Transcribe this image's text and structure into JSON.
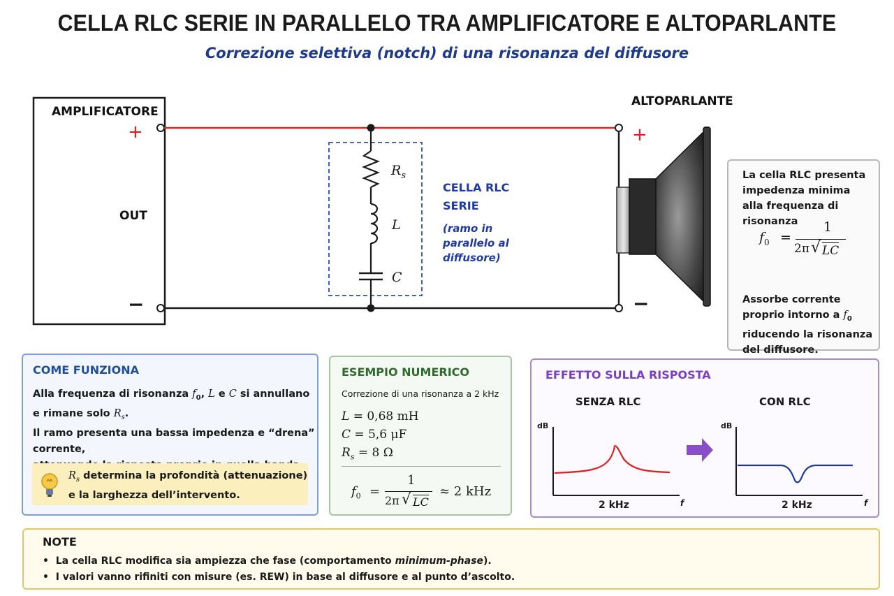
{
  "header": {
    "title": "CELLA RLC SERIE IN PARALLELO TRA AMPLIFICATORE E ALTOPARLANTE",
    "subtitle": "Correzione selettiva (notch) di una risonanza del diffusore"
  },
  "circuit": {
    "amp_label": "AMPLIFICATORE",
    "amp_out": "OUT",
    "plus": "+",
    "minus": "−",
    "speaker_label": "ALTOPARLANTE",
    "component_r": "R",
    "component_r_sub": "s",
    "component_l": "L",
    "component_c": "C",
    "cell_title_1": "CELLA RLC",
    "cell_title_2": "SERIE",
    "cell_note_1": "(ramo in",
    "cell_note_2": "parallelo al",
    "cell_note_3": "diffusore)"
  },
  "impedance": {
    "line1": "La cella RLC presenta",
    "line2": "impedenza minima",
    "line3": "alla frequenza di risonanza",
    "formula_lhs": "f",
    "formula_sub": "0",
    "formula_eq": "=",
    "formula_num": "1",
    "formula_den": "2π",
    "formula_root": "LC",
    "after1": "Assorbe corrente",
    "after2_pre": "proprio intorno a ",
    "after2_f": "f",
    "after2_sub": "0",
    "after3": "riducendo la risonanza",
    "after4": "del diffusore."
  },
  "how": {
    "title": "COME FUNZIONA",
    "l1_a": "Alla frequenza di risonanza ",
    "l1_f": "f",
    "l1_sub": "0",
    "l1_b": ", ",
    "l1_L": "L",
    "l1_c": " e ",
    "l1_C": "C",
    "l1_d": " si annullano",
    "l2_a": "e rimane solo ",
    "l2_R": "R",
    "l2_sub": "s",
    "l2_b": ".",
    "l3": "Il ramo presenta una bassa impedenza e “drena” corrente,",
    "l4": "attenuando la risposta proprio in quella banda.",
    "tip_R": "R",
    "tip_sub": "s",
    "tip_1": " determina la profondità (attenuazione)",
    "tip_2": "e la larghezza dell’intervento."
  },
  "example": {
    "title": "ESEMPIO NUMERICO",
    "subtitle": "Correzione di una risonanza a 2 kHz",
    "L_sym": "L",
    "L_val": " = 0,68 mH",
    "C_sym": "C",
    "C_val": " = 5,6 μF",
    "R_sym": "R",
    "R_sub": "s",
    "R_val": " = 8 Ω",
    "f_sym": "f",
    "f_sub": "0",
    "eq": "=",
    "num": "1",
    "den": "2π",
    "root": "LC",
    "approx": "≈ 2 kHz"
  },
  "effect": {
    "title": "EFFETTO SULLA RISPOSTA",
    "left_title": "SENZA RLC",
    "right_title": "CON RLC",
    "y_axis": "dB",
    "x_axis": "f",
    "x_tick": "2 kHz"
  },
  "notes": {
    "title": "NOTE",
    "n1_a": "La cella RLC modifica sia ampiezza che fase (comportamento ",
    "n1_em": "minimum-phase",
    "n1_b": ").",
    "n2": "I valori vanno rifiniti con misure (es. REW) in base al diffusore e al punto d’ascolto."
  },
  "colors": {
    "wire_plus": "#e02020",
    "wire": "#1a1a1a",
    "cell_border": "#2a4fb8",
    "cell_text": "#1f3aa0",
    "arrow_blue": "#1f3a9a",
    "arrow_purple": "#8a4fc8",
    "curve_red": "#e02020",
    "curve_blue": "#1f3a9a"
  }
}
